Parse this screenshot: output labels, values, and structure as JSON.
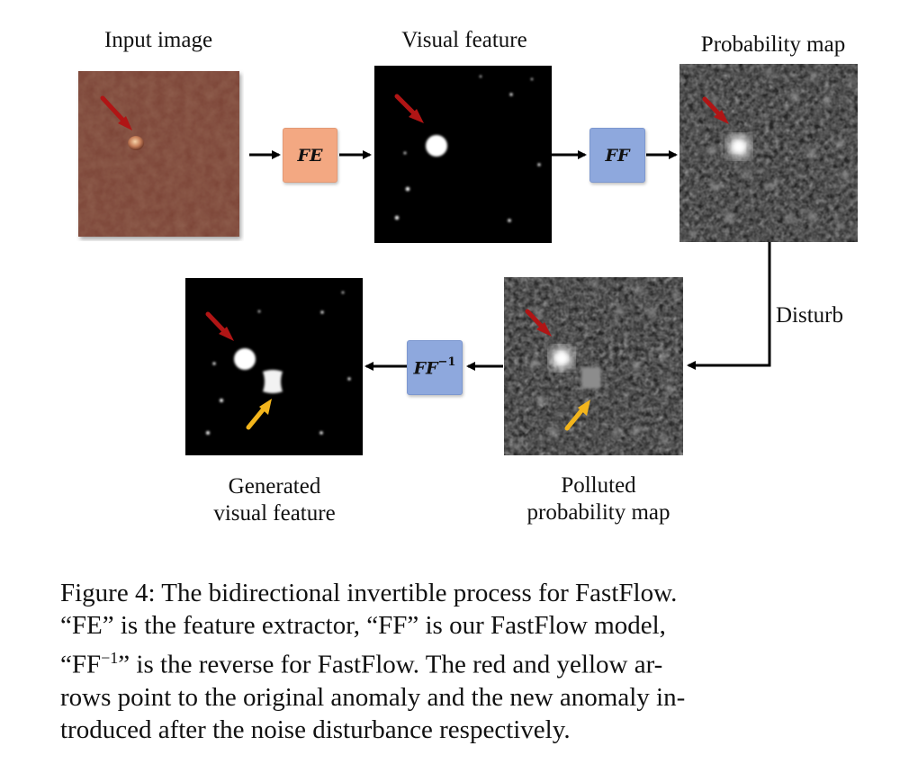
{
  "labels": {
    "input_image": "Input image",
    "visual_feature": "Visual feature",
    "probability_map": "Probability map",
    "disturb": "Disturb",
    "generated_line1": "Generated",
    "generated_line2": "visual feature",
    "polluted_line1": "Polluted",
    "polluted_line2": "probability map"
  },
  "operators": {
    "fe": "FE",
    "ff": "FF",
    "ff_inv_base": "FF",
    "ff_inv_sup": "−1"
  },
  "caption": {
    "line1": "Figure 4: The bidirectional invertible process for FastFlow.",
    "line2": "“FE” is the feature extractor, “FF” is our FastFlow model,",
    "line3_pre": "“FF",
    "line3_sup": "−1",
    "line3_post": "” is the reverse for FastFlow. The red and yellow ar-",
    "line4": "rows point to the original anomaly and the new anomaly in-",
    "line5": "troduced after the noise disturbance respectively."
  },
  "colors": {
    "fe_box": "#f3a882",
    "ff_box": "#8ea8dd",
    "red_arrow": "#b01515",
    "yellow_arrow": "#f3b51c",
    "leather": "#7a4334"
  },
  "icons": {
    "anomaly_original": "red-arrow-icon",
    "anomaly_new": "yellow-arrow-icon"
  }
}
